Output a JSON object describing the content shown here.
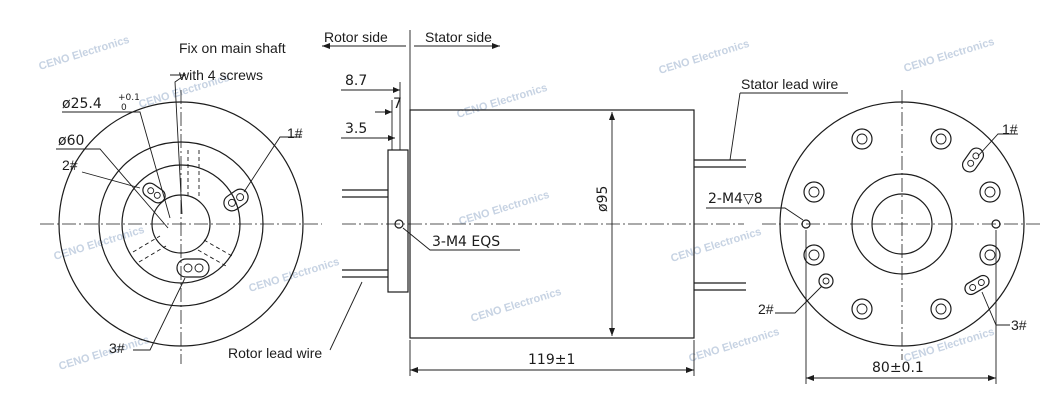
{
  "watermark": "CENO Electronics",
  "labels": {
    "fix_line1": "Fix on main shaft",
    "fix_line2": "with 4 screws",
    "rotor_side": "Rotor side",
    "stator_side": "Stator side",
    "stator_lead_wire": "Stator lead wire",
    "rotor_lead_wire": "Rotor lead wire",
    "pos1_left": "1#",
    "pos2_left": "2#",
    "pos3_left": "3#",
    "pos1_right": "1#",
    "pos2_right": "2#",
    "pos3_right": "3#"
  },
  "dimensions": {
    "bore": "ø25.4",
    "bore_tol_upper": "+0.1",
    "bore_tol_lower": "0",
    "flange_dia": "ø60",
    "d_8_7": "8.7",
    "d_7": "7",
    "d_3_5": "3.5",
    "body_dia": "ø95",
    "holes_left": "3-M4 EQS",
    "holes_right": "2-M4▽8",
    "length": "119±1",
    "mount_pcd": "80±0.1"
  }
}
